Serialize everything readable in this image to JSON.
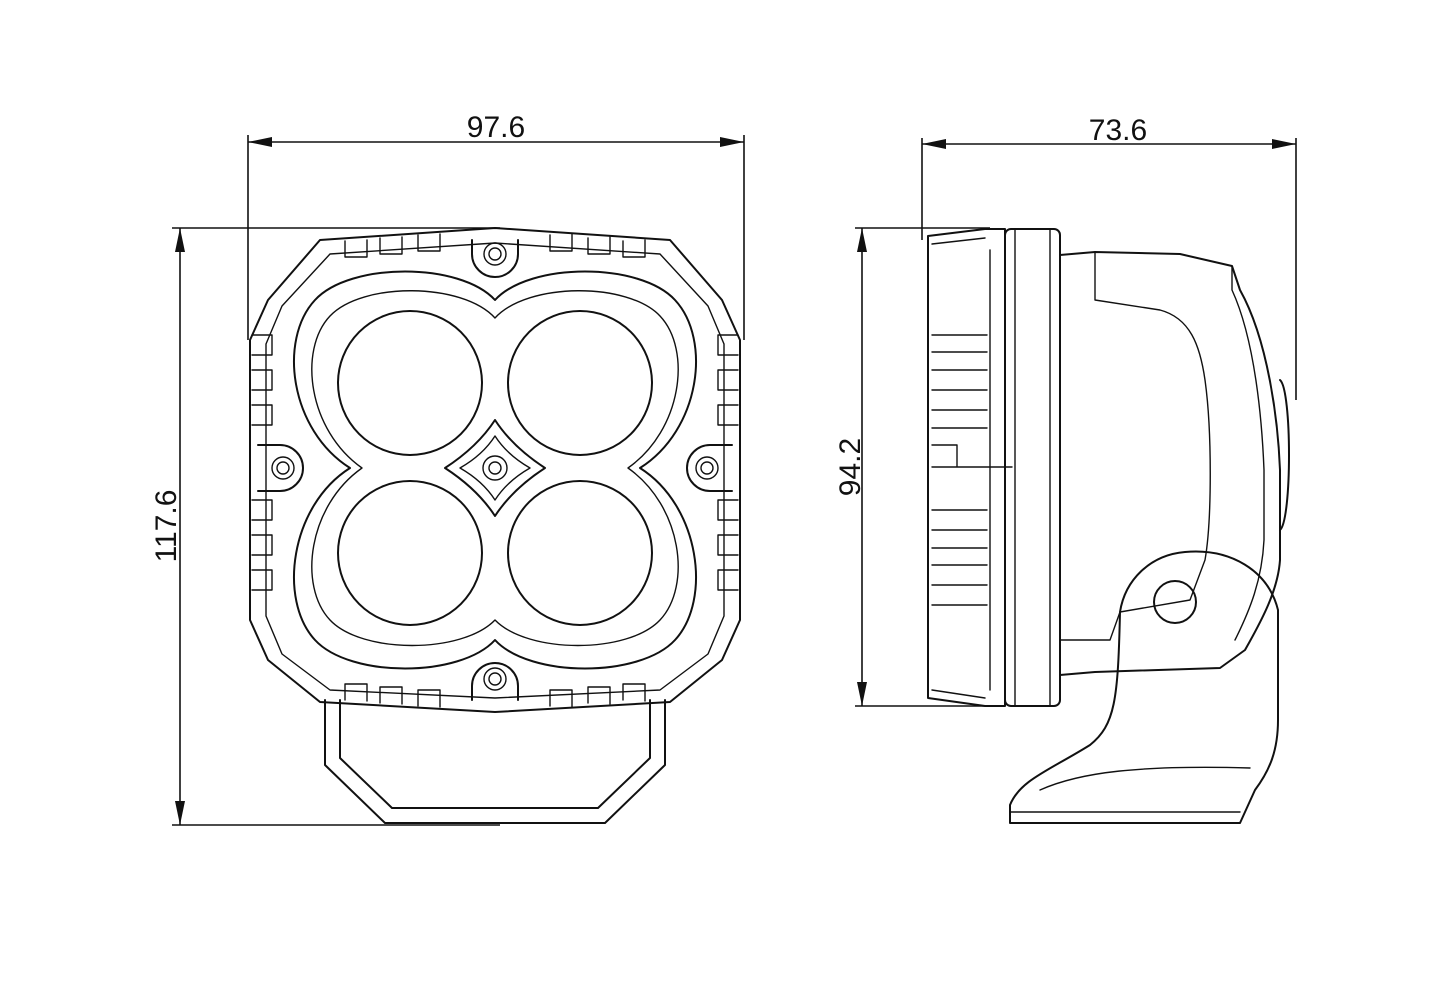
{
  "dimensions": {
    "front_width": "97.6",
    "front_height": "117.6",
    "side_depth": "73.6",
    "side_height": "94.2"
  },
  "colors": {
    "line": "#111111",
    "background": "#ffffff"
  }
}
